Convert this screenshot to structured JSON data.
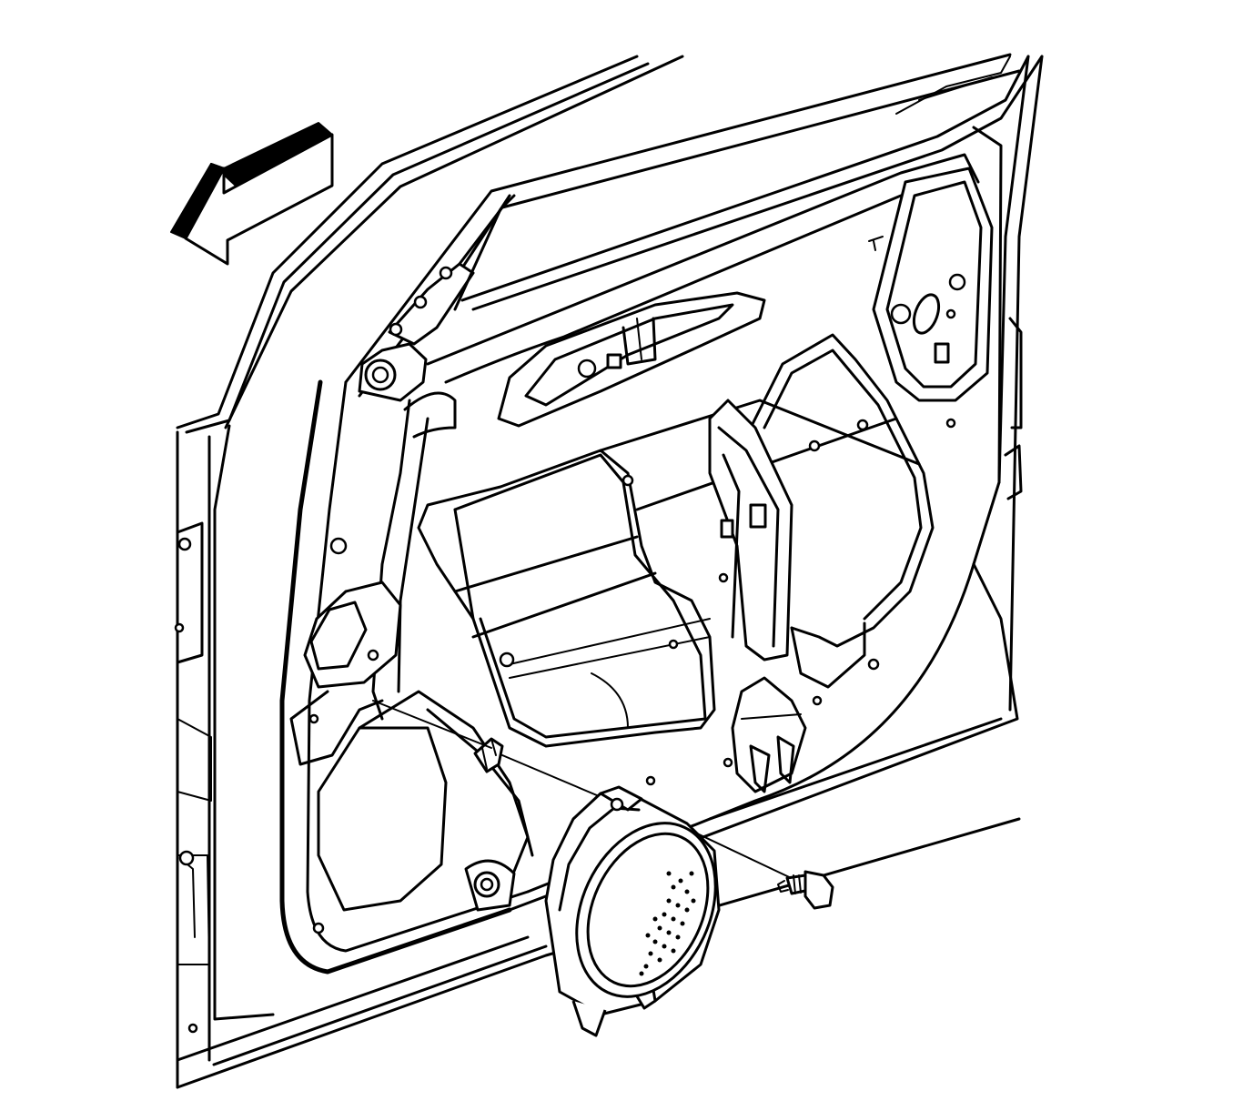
{
  "figure": {
    "subject": "front-door-speaker-installation",
    "view": "exploded-line-drawing",
    "parts": [
      "door-inner-panel",
      "door-speaker",
      "speaker-fastener",
      "direction-arrow"
    ],
    "colors": {
      "line": "#000000",
      "background": "#ffffff"
    }
  }
}
